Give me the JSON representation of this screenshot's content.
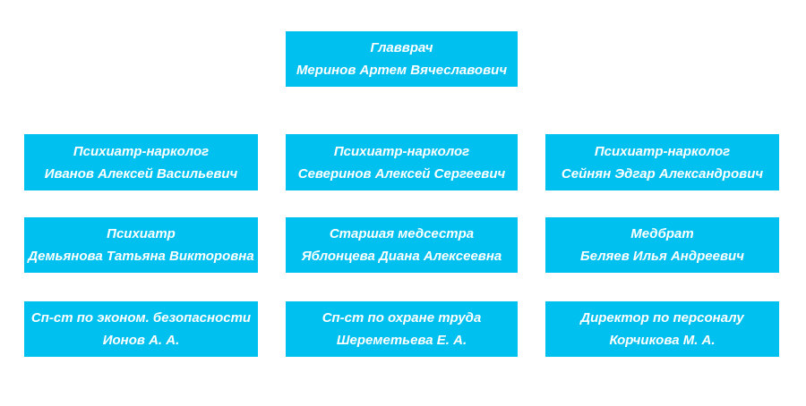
{
  "chart": {
    "colors": {
      "node_bg": "#00c0f0",
      "node_text": "#ffffff",
      "background": "#ffffff"
    },
    "root": {
      "title": "Главврач",
      "name": "Меринов Артем Вячеславович"
    },
    "rows": [
      [
        {
          "title": "Психиатр-нарколог",
          "name": "Иванов Алексей Васильевич"
        },
        {
          "title": "Психиатр-нарколог",
          "name": "Северинов Алексей Сергеевич"
        },
        {
          "title": "Психиатр-нарколог",
          "name": "Сейнян Эдгар Александрович"
        }
      ],
      [
        {
          "title": "Психиатр",
          "name": "Демьянова Татьяна Викторовна"
        },
        {
          "title": "Старшая медсестра",
          "name": "Яблонцева Диана Алексеевна"
        },
        {
          "title": "Медбрат",
          "name": "Беляев Илья Андреевич"
        }
      ],
      [
        {
          "title": "Сп-ст по эконом. безопасности",
          "name": "Ионов А. А."
        },
        {
          "title": "Сп-ст по охране труда",
          "name": "Шереметьева Е. А."
        },
        {
          "title": "Директор по персоналу",
          "name": "Корчикова М. А."
        }
      ]
    ]
  }
}
